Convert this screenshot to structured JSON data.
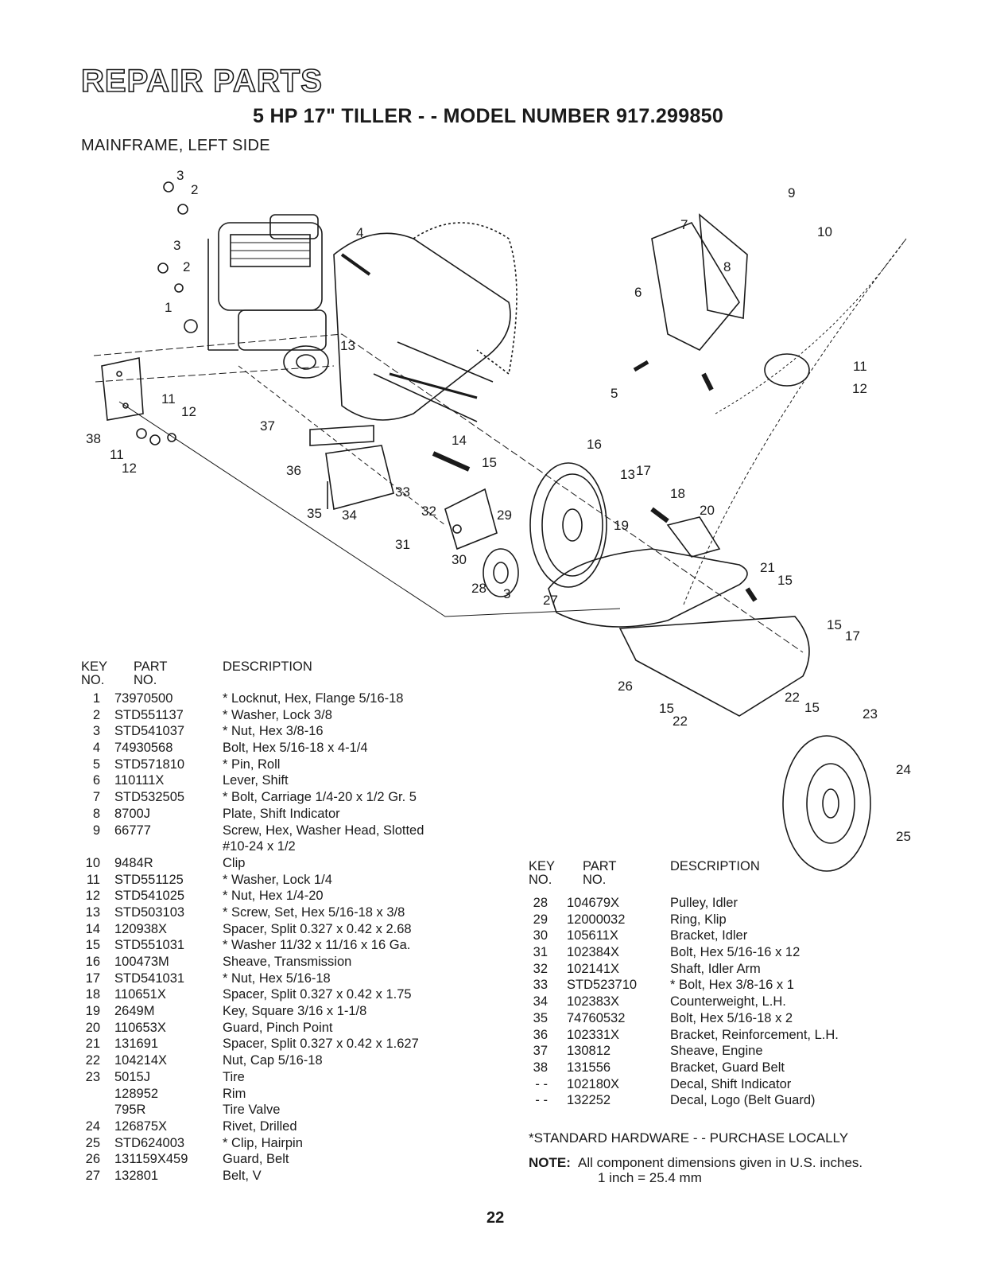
{
  "header": {
    "title": "REPAIR PARTS",
    "subtitle": "5 HP 17\" TILLER - - MODEL NUMBER 917.299850",
    "section": "MAINFRAME, LEFT SIDE"
  },
  "columns": {
    "key": "KEY",
    "key2": "NO.",
    "part": "PART",
    "part2": "NO.",
    "desc": "DESCRIPTION"
  },
  "diagram_labels": [
    "3",
    "2",
    "3",
    "2",
    "1",
    "4",
    "13",
    "11",
    "12",
    "38",
    "11",
    "12",
    "37",
    "36",
    "35",
    "34",
    "33",
    "32",
    "31",
    "30",
    "29",
    "14",
    "15",
    "16",
    "13",
    "17",
    "18",
    "19",
    "20",
    "21",
    "15",
    "28",
    "3",
    "27",
    "26",
    "15",
    "22",
    "15",
    "17",
    "22",
    "15",
    "23",
    "24",
    "25",
    "7",
    "8",
    "9",
    "10",
    "6",
    "5",
    "11",
    "12"
  ],
  "parts_left": [
    {
      "key": "1",
      "part": "73970500",
      "desc": "* Locknut, Hex, Flange 5/16-18"
    },
    {
      "key": "2",
      "part": "STD551137",
      "desc": "* Washer, Lock 3/8"
    },
    {
      "key": "3",
      "part": "STD541037",
      "desc": "* Nut, Hex 3/8-16"
    },
    {
      "key": "4",
      "part": "74930568",
      "desc": "Bolt, Hex 5/16-18 x 4-1/4"
    },
    {
      "key": "5",
      "part": "STD571810",
      "desc": "* Pin, Roll"
    },
    {
      "key": "6",
      "part": "110111X",
      "desc": "Lever, Shift"
    },
    {
      "key": "7",
      "part": "STD532505",
      "desc": "* Bolt, Carriage 1/4-20 x 1/2 Gr. 5"
    },
    {
      "key": "8",
      "part": "8700J",
      "desc": "Plate, Shift Indicator"
    },
    {
      "key": "9",
      "part": "66777",
      "desc": "Screw, Hex, Washer Head, Slotted"
    },
    {
      "key": "",
      "part": "",
      "desc": "#10-24 x 1/2"
    },
    {
      "key": "10",
      "part": "9484R",
      "desc": "Clip"
    },
    {
      "key": "11",
      "part": "STD551125",
      "desc": "* Washer, Lock 1/4"
    },
    {
      "key": "12",
      "part": "STD541025",
      "desc": "* Nut, Hex 1/4-20"
    },
    {
      "key": "13",
      "part": "STD503103",
      "desc": "* Screw, Set, Hex 5/16-18 x 3/8"
    },
    {
      "key": "14",
      "part": "120938X",
      "desc": "Spacer, Split 0.327 x 0.42 x 2.68"
    },
    {
      "key": "15",
      "part": "STD551031",
      "desc": "* Washer 11/32 x 11/16 x 16 Ga."
    },
    {
      "key": "16",
      "part": "100473M",
      "desc": "Sheave, Transmission"
    },
    {
      "key": "17",
      "part": "STD541031",
      "desc": "* Nut, Hex 5/16-18"
    },
    {
      "key": "18",
      "part": "110651X",
      "desc": "Spacer, Split 0.327 x 0.42 x 1.75"
    },
    {
      "key": "19",
      "part": "2649M",
      "desc": "Key, Square 3/16 x 1-1/8"
    },
    {
      "key": "20",
      "part": "110653X",
      "desc": "Guard, Pinch Point"
    },
    {
      "key": "21",
      "part": "131691",
      "desc": "Spacer, Split 0.327 x 0.42 x 1.627"
    },
    {
      "key": "22",
      "part": "104214X",
      "desc": "Nut, Cap 5/16-18"
    },
    {
      "key": "23",
      "part": "5015J",
      "desc": "Tire"
    },
    {
      "key": "",
      "part": "128952",
      "desc": "Rim"
    },
    {
      "key": "",
      "part": "795R",
      "desc": "Tire Valve"
    },
    {
      "key": "24",
      "part": "126875X",
      "desc": "Rivet, Drilled"
    },
    {
      "key": "25",
      "part": "STD624003",
      "desc": "* Clip, Hairpin"
    },
    {
      "key": "26",
      "part": "131159X459",
      "desc": "Guard, Belt"
    },
    {
      "key": "27",
      "part": "132801",
      "desc": "Belt, V"
    }
  ],
  "parts_right": [
    {
      "key": "28",
      "part": "104679X",
      "desc": "Pulley, Idler"
    },
    {
      "key": "29",
      "part": "12000032",
      "desc": "Ring, Klip"
    },
    {
      "key": "30",
      "part": "105611X",
      "desc": "Bracket, Idler"
    },
    {
      "key": "31",
      "part": "102384X",
      "desc": "Bolt, Hex 5/16-16 x 12"
    },
    {
      "key": "32",
      "part": "102141X",
      "desc": "Shaft, Idler Arm"
    },
    {
      "key": "33",
      "part": "STD523710",
      "desc": "* Bolt, Hex 3/8-16 x 1"
    },
    {
      "key": "34",
      "part": "102383X",
      "desc": "Counterweight, L.H."
    },
    {
      "key": "35",
      "part": "74760532",
      "desc": "Bolt, Hex 5/16-18 x 2"
    },
    {
      "key": "36",
      "part": "102331X",
      "desc": "Bracket, Reinforcement, L.H."
    },
    {
      "key": "37",
      "part": "130812",
      "desc": "Sheave, Engine"
    },
    {
      "key": "38",
      "part": "131556",
      "desc": "Bracket, Guard Belt"
    },
    {
      "key": "- -",
      "part": "102180X",
      "desc": "Decal, Shift Indicator"
    },
    {
      "key": "- -",
      "part": "132252",
      "desc": "Decal, Logo (Belt Guard)"
    }
  ],
  "footer": {
    "standard": "*STANDARD HARDWARE - - PURCHASE LOCALLY",
    "note_label": "NOTE:",
    "note_line1": "All component dimensions given in U.S. inches.",
    "note_line2": "1 inch = 25.4 mm",
    "page_number": "22"
  },
  "colors": {
    "ink": "#1a1a1a",
    "paper": "#ffffff"
  }
}
